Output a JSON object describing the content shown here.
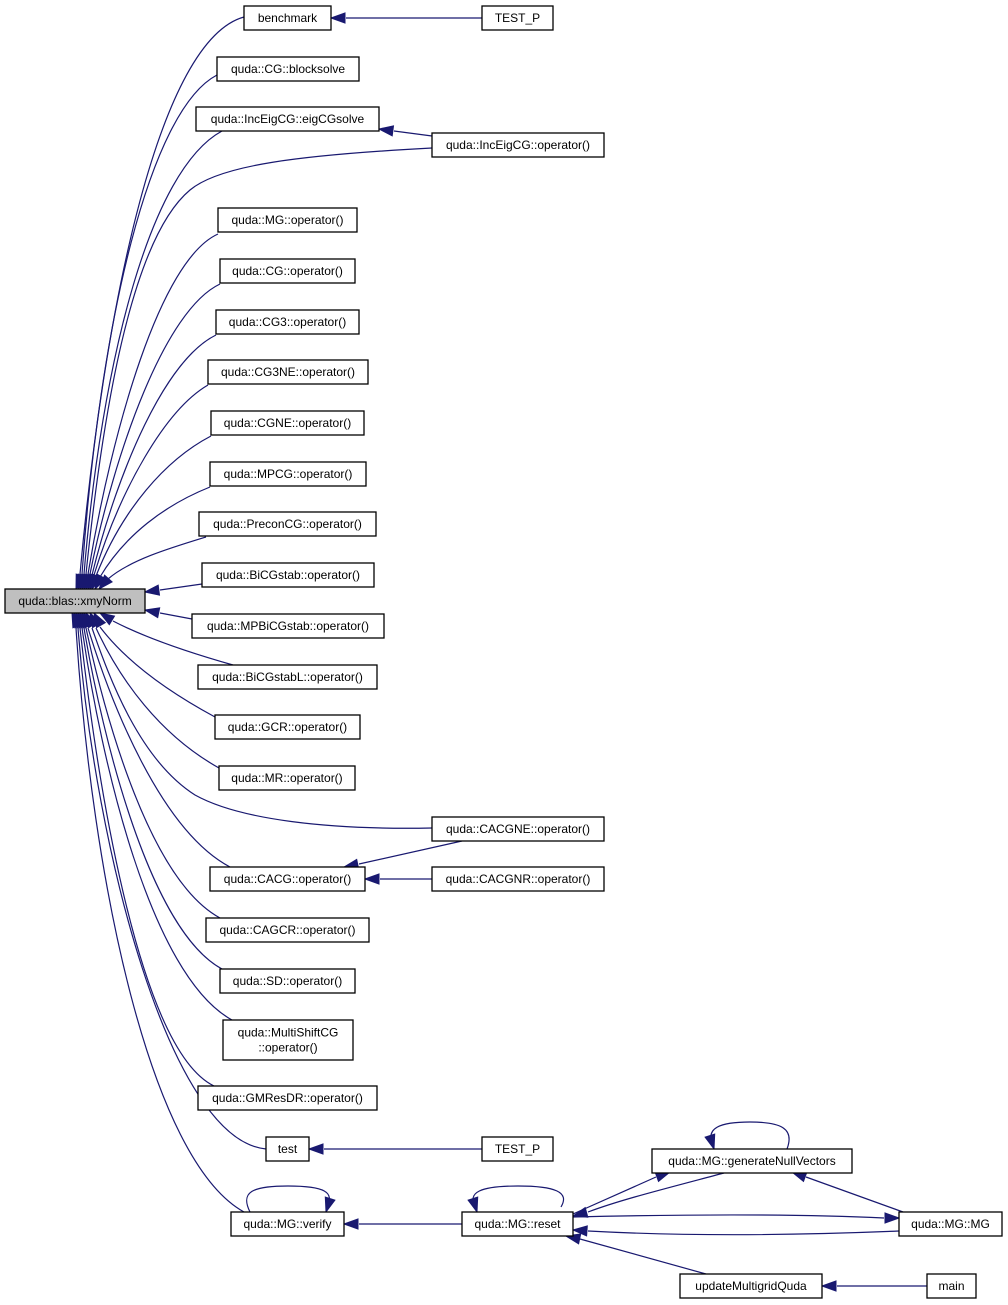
{
  "diagram": {
    "nodes": [
      {
        "id": "xmyNorm",
        "lines": [
          "quda::blas::xmyNorm"
        ],
        "root": true
      },
      {
        "id": "benchmark",
        "lines": [
          "benchmark"
        ]
      },
      {
        "id": "test_p_1",
        "lines": [
          "TEST_P"
        ]
      },
      {
        "id": "cg_blocksolve",
        "lines": [
          "quda::CG::blocksolve"
        ]
      },
      {
        "id": "inceig_eigcgsolve",
        "lines": [
          "quda::IncEigCG::eigCGsolve"
        ]
      },
      {
        "id": "inceig_op",
        "lines": [
          "quda::IncEigCG::operator()"
        ]
      },
      {
        "id": "mg_op",
        "lines": [
          "quda::MG::operator()"
        ]
      },
      {
        "id": "cg_op",
        "lines": [
          "quda::CG::operator()"
        ]
      },
      {
        "id": "cg3_op",
        "lines": [
          "quda::CG3::operator()"
        ]
      },
      {
        "id": "cg3ne_op",
        "lines": [
          "quda::CG3NE::operator()"
        ]
      },
      {
        "id": "cgne_op",
        "lines": [
          "quda::CGNE::operator()"
        ]
      },
      {
        "id": "mpcg_op",
        "lines": [
          "quda::MPCG::operator()"
        ]
      },
      {
        "id": "preconcg_op",
        "lines": [
          "quda::PreconCG::operator()"
        ]
      },
      {
        "id": "bicgstab_op",
        "lines": [
          "quda::BiCGstab::operator()"
        ]
      },
      {
        "id": "mpbicgstab_op",
        "lines": [
          "quda::MPBiCGstab::operator()"
        ]
      },
      {
        "id": "bicgstabl_op",
        "lines": [
          "quda::BiCGstabL::operator()"
        ]
      },
      {
        "id": "gcr_op",
        "lines": [
          "quda::GCR::operator()"
        ]
      },
      {
        "id": "mr_op",
        "lines": [
          "quda::MR::operator()"
        ]
      },
      {
        "id": "cacgne_op",
        "lines": [
          "quda::CACGNE::operator()"
        ]
      },
      {
        "id": "cacg_op",
        "lines": [
          "quda::CACG::operator()"
        ]
      },
      {
        "id": "cacgnr_op",
        "lines": [
          "quda::CACGNR::operator()"
        ]
      },
      {
        "id": "cagcr_op",
        "lines": [
          "quda::CAGCR::operator()"
        ]
      },
      {
        "id": "sd_op",
        "lines": [
          "quda::SD::operator()"
        ]
      },
      {
        "id": "multishift_op",
        "lines": [
          "quda::MultiShiftCG",
          "::operator()"
        ]
      },
      {
        "id": "gmresdr_op",
        "lines": [
          "quda::GMResDR::operator()"
        ]
      },
      {
        "id": "test",
        "lines": [
          "test"
        ]
      },
      {
        "id": "test_p_2",
        "lines": [
          "TEST_P"
        ]
      },
      {
        "id": "mg_verify",
        "lines": [
          "quda::MG::verify"
        ]
      },
      {
        "id": "mg_reset",
        "lines": [
          "quda::MG::reset"
        ]
      },
      {
        "id": "mg_gennull",
        "lines": [
          "quda::MG::generateNullVectors"
        ]
      },
      {
        "id": "mg_mg",
        "lines": [
          "quda::MG::MG"
        ]
      },
      {
        "id": "update_mg",
        "lines": [
          "updateMultigridQuda"
        ]
      },
      {
        "id": "main",
        "lines": [
          "main"
        ]
      }
    ],
    "edges": [
      {
        "from": "benchmark",
        "to": "xmyNorm"
      },
      {
        "from": "test_p_1",
        "to": "benchmark"
      },
      {
        "from": "cg_blocksolve",
        "to": "xmyNorm"
      },
      {
        "from": "inceig_eigcgsolve",
        "to": "xmyNorm"
      },
      {
        "from": "inceig_op",
        "to": "inceig_eigcgsolve"
      },
      {
        "from": "inceig_op",
        "to": "xmyNorm"
      },
      {
        "from": "mg_op",
        "to": "xmyNorm"
      },
      {
        "from": "cg_op",
        "to": "xmyNorm"
      },
      {
        "from": "cg3_op",
        "to": "xmyNorm"
      },
      {
        "from": "cg3ne_op",
        "to": "xmyNorm"
      },
      {
        "from": "cgne_op",
        "to": "xmyNorm"
      },
      {
        "from": "mpcg_op",
        "to": "xmyNorm"
      },
      {
        "from": "preconcg_op",
        "to": "xmyNorm"
      },
      {
        "from": "bicgstab_op",
        "to": "xmyNorm"
      },
      {
        "from": "mpbicgstab_op",
        "to": "xmyNorm"
      },
      {
        "from": "bicgstabl_op",
        "to": "xmyNorm"
      },
      {
        "from": "gcr_op",
        "to": "xmyNorm"
      },
      {
        "from": "mr_op",
        "to": "xmyNorm"
      },
      {
        "from": "cacgne_op",
        "to": "xmyNorm"
      },
      {
        "from": "cacgne_op",
        "to": "cacg_op"
      },
      {
        "from": "cacg_op",
        "to": "xmyNorm"
      },
      {
        "from": "cacgnr_op",
        "to": "cacg_op"
      },
      {
        "from": "cagcr_op",
        "to": "xmyNorm"
      },
      {
        "from": "sd_op",
        "to": "xmyNorm"
      },
      {
        "from": "multishift_op",
        "to": "xmyNorm"
      },
      {
        "from": "gmresdr_op",
        "to": "xmyNorm"
      },
      {
        "from": "test",
        "to": "xmyNorm"
      },
      {
        "from": "test_p_2",
        "to": "test"
      },
      {
        "from": "mg_verify",
        "to": "xmyNorm"
      },
      {
        "from": "mg_verify",
        "to": "mg_verify"
      },
      {
        "from": "mg_reset",
        "to": "mg_verify"
      },
      {
        "from": "mg_reset",
        "to": "mg_reset"
      },
      {
        "from": "mg_reset",
        "to": "mg_gennull"
      },
      {
        "from": "mg_reset",
        "to": "mg_mg"
      },
      {
        "from": "mg_gennull",
        "to": "mg_reset"
      },
      {
        "from": "mg_gennull",
        "to": "mg_gennull"
      },
      {
        "from": "mg_mg",
        "to": "mg_reset"
      },
      {
        "from": "mg_mg",
        "to": "mg_gennull"
      },
      {
        "from": "update_mg",
        "to": "mg_reset"
      },
      {
        "from": "main",
        "to": "update_mg"
      }
    ]
  }
}
